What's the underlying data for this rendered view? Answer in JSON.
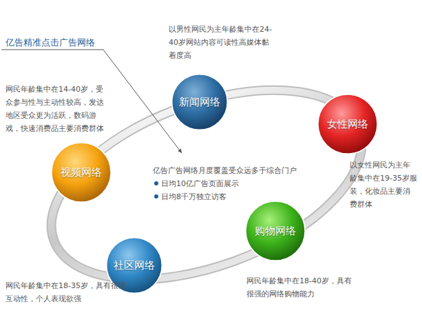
{
  "diagram": {
    "nodes": [
      {
        "text": [
          "新闻网络"
        ]
      },
      {
        "text": [
          "女性网络"
        ]
      },
      {
        "text": [
          "购物网络"
        ]
      },
      {
        "text": [
          "社区网络"
        ]
      },
      {
        "text": [
          "视频网络"
        ]
      }
    ],
    "labels": [
      "亿告精准点击广告网络",
      "以男性网民为主年龄集中在24-40岁网站内容可读性高媒体黏着度高",
      "网民年龄集中在14-40岁，受众参与性与主动性较高，发达地区受众更为活跃，数码游戏，快速消费品主要消费群体",
      "亿告广告网络月度覆盖受众远多于综合门户",
      "日均10亿广告页面展示",
      "日均8千万独立访客",
      "以女性网民为主年龄集中在19-35岁服装，化妆品主要消费群体",
      "网民年龄集中在18-35岁，具有很强互动性，个人表现欲强",
      "网民年龄集中在18-40岁，具有很强的网络购物能力"
    ]
  }
}
